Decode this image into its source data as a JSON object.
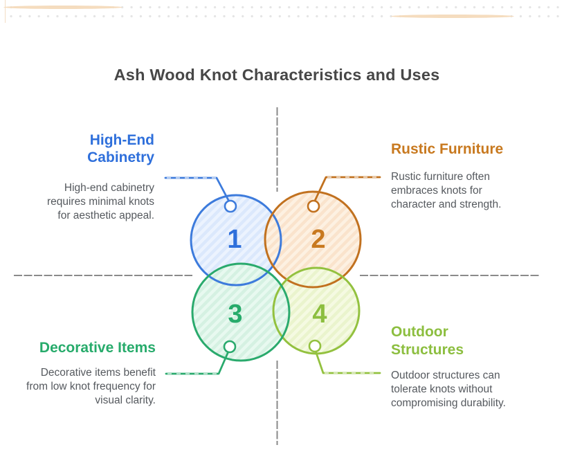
{
  "title": "Ash Wood Knot Characteristics and Uses",
  "title_color": "#474747",
  "axis_color": "#8a8a8a",
  "quadrants": [
    {
      "number": "1",
      "heading": "High-End\nCabinetry",
      "description": "High-end cabinetry requires minimal knots for aesthetic appeal.",
      "accent": "#2e6fdb",
      "circle_stroke": "#3d7bdc",
      "circle_fill": "#dbe8fc"
    },
    {
      "number": "2",
      "heading": "Rustic Furniture",
      "description": "Rustic furniture often embraces knots for character and strength.",
      "accent": "#c8791f",
      "circle_stroke": "#c1711f",
      "circle_fill": "#fae3cc"
    },
    {
      "number": "3",
      "heading": "Decorative Items",
      "description": "Decorative items benefit from low knot frequency for visual clarity.",
      "accent": "#27ab6b",
      "circle_stroke": "#2aaa6d",
      "circle_fill": "#d5f1e2"
    },
    {
      "number": "4",
      "heading": "Outdoor\nStructures",
      "description": "Outdoor structures can tolerate knots without compromising durability.",
      "accent": "#8cbe3f",
      "circle_stroke": "#93c13f",
      "circle_fill": "#eaf4cd"
    }
  ]
}
